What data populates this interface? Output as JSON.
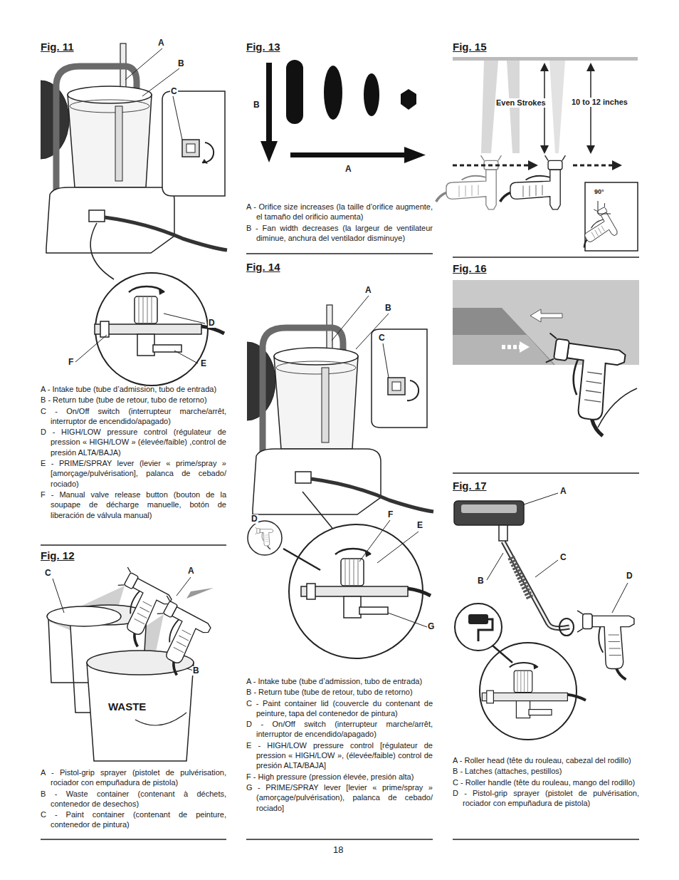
{
  "diagram": {
    "labels": [
      "Fig. 11",
      "A",
      "B",
      "C",
      "D",
      "F",
      "E",
      "A - Intake tube (tube d’admission, tubo de entrada)",
      "B - Return tube (tube de retour, tubo de retorno)",
      "C - On/Off switch (interrupteur marche/arrêt, interruptor de encendido/apagado)",
      "D - HIGH/LOW pressure control (régulateur de pression « HIGH/LOW » (élevée/faible) ,control de presión ALTA/BAJA)",
      "E - PRIME/SPRAY lever (levier « prime/spray » [amorçage/pulvérisation], palanca de cebado/ rociado)",
      "F - Manual valve release button (bouton de la soupape de décharge manuelle, botón de liberación de válvula manual)",
      "Fig. 12",
      "C",
      "A",
      "B",
      "WASTE",
      "A - Pistol-grip sprayer (pistolet de pulvérisation, rociador con empuñadura de pistola)",
      "B - Waste container (contenant à déchets, contenedor de desechos)",
      "C - Paint container (contenant de peinture, contenedor de pintura)",
      "Fig. 13",
      "B",
      "A",
      "A - Orifice size increases (la taille d’orifice augmente, el tamaño del orificio aumenta)",
      "B - Fan width decreases (la largeur de ventilateur diminue, anchura del ventilador disminuye)",
      "Fig. 14",
      "A",
      "B",
      "C",
      "D",
      "F",
      "E",
      "G",
      "A - Intake tube (tube d’admission, tubo de entrada)",
      "B - Return tube (tube de retour, tubo de retorno)",
      "C - Paint container lid (couvercle du contenant de peinture, tapa del contenedor de pintura)",
      "D - On/Off switch (interrupteur marche/arrêt, interruptor de encendido/apagado)",
      "E - HIGH/LOW pressure control [régulateur de pression « HIGH/LOW », (élevée/faible) control de presión ALTA/BAJA]",
      "F - High pressure (pression élevée, presión alta)",
      "G - PRIME/SPRAY lever [levier « prime/spray » (amorçage/pulvérisation), palanca de cebado/ rociado]",
      "Fig. 15",
      "Even Strokes",
      "10 to 12 inches",
      "90°",
      "Fig. 16",
      "Fig. 17",
      "A",
      "C",
      "B",
      "D",
      "A - Roller head (tête du rouleau, cabezal del rodillo)",
      "B - Latches (attaches, pestillos)",
      "C - Roller handle (tête du rouleau, mango del rodillo)",
      "D - Pistol-grip sprayer (pistolet de pulvérisation, rociador con empuñadura de pistola)",
      "18"
    ]
  }
}
